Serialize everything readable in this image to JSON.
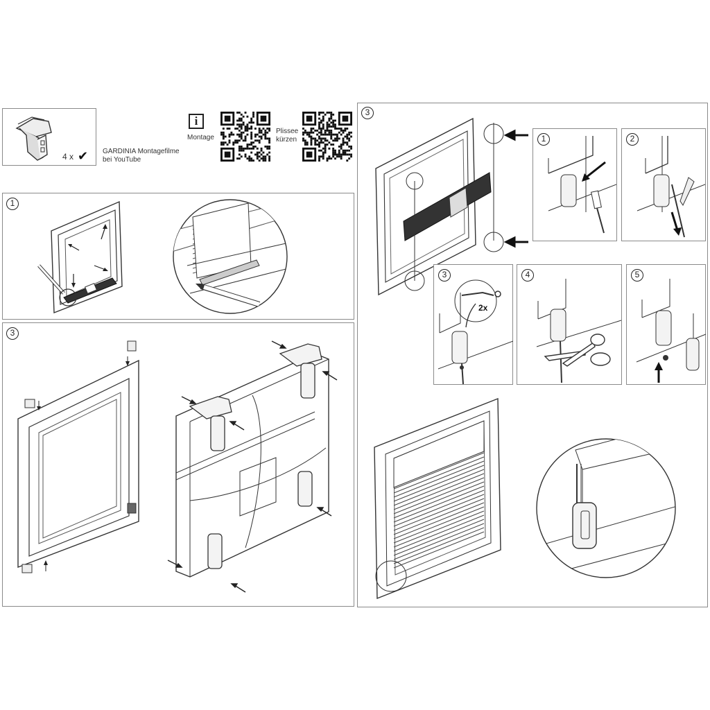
{
  "header": {
    "count_label": "4 x",
    "video_title": "GARDINIA Montagefilme",
    "video_source": "bei YouTube",
    "montage_label": "Montage",
    "plissee_label": "Plissee",
    "kuerzen_label": "kürzen",
    "info_glyph": "i",
    "check_glyph": "✔"
  },
  "panels": {
    "measure": {
      "step": "1"
    },
    "mounting": {
      "step": "3"
    },
    "cord": {
      "step": "3",
      "substeps": [
        "1",
        "2",
        "3",
        "4",
        "5"
      ],
      "loop_label": "2x"
    }
  },
  "icons": [
    "clamp-bracket-icon",
    "checkmark-icon",
    "info-icon",
    "qr-code-icon",
    "pencil-icon",
    "scissors-icon",
    "arrow-icon"
  ]
}
